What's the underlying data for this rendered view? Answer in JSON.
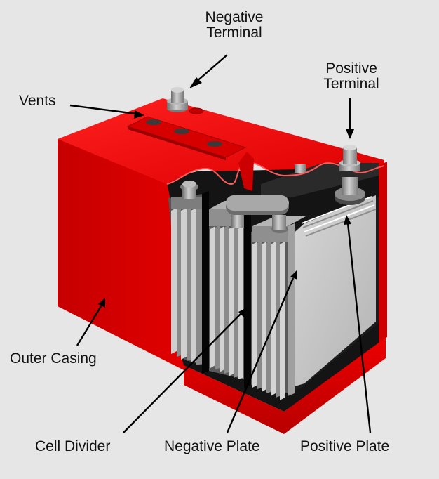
{
  "colors": {
    "background": "#e6e6e6",
    "casing": "#e80000",
    "casing_dark": "#b30000",
    "casing_edge": "#7a0000",
    "plate_light": "#c9c9c9",
    "plate_dark": "#6e6e6e",
    "divider": "#111111",
    "terminal": "#9a9a9a",
    "leader_line": "#000000"
  },
  "labels": {
    "negative_terminal": {
      "line1": "Negative",
      "line2": "Terminal"
    },
    "positive_terminal": {
      "line1": "Positive",
      "line2": "Terminal"
    },
    "vents": "Vents",
    "outer_casing": "Outer Casing",
    "cell_divider": "Cell Divider",
    "negative_plate": "Negative Plate",
    "positive_plate": "Positive Plate"
  }
}
